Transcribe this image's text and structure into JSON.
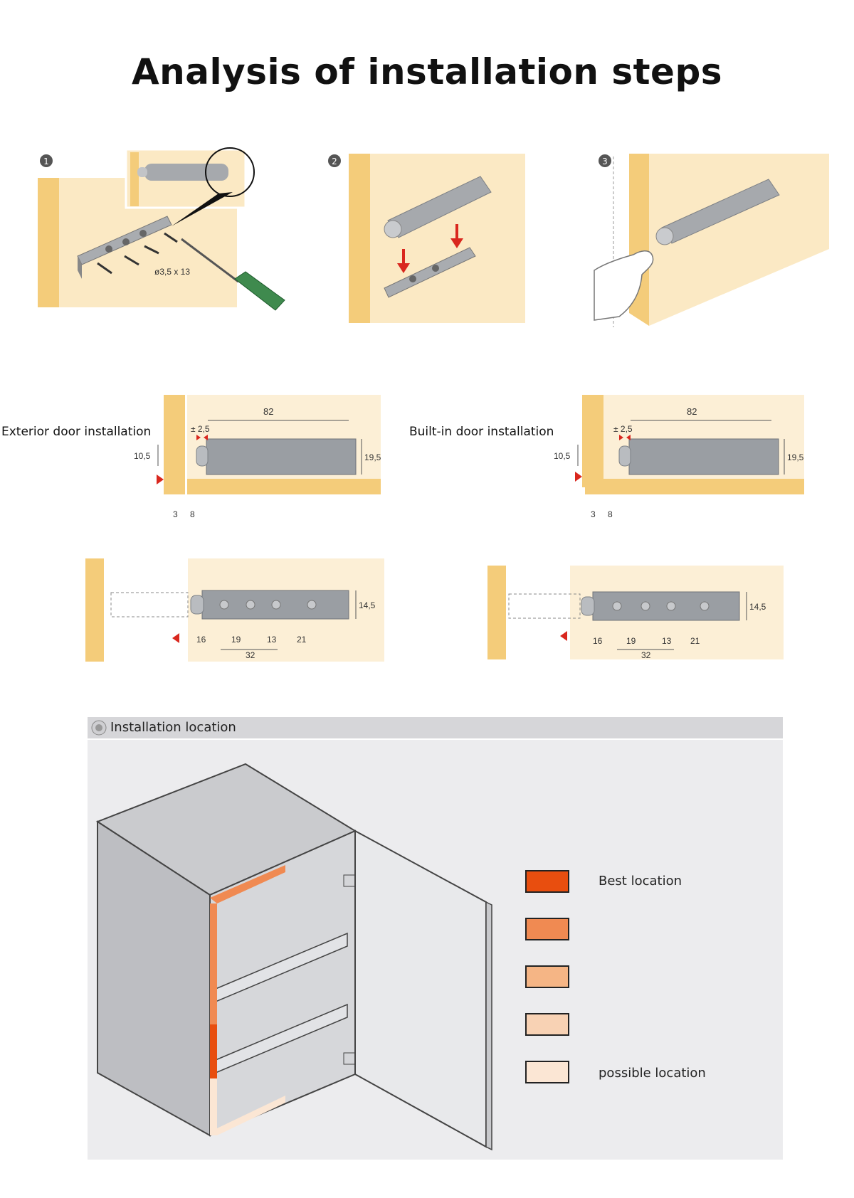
{
  "title": "Analysis of installation steps",
  "steps": [
    {
      "number": "1",
      "screw_spec": "ø3,5 x 13"
    },
    {
      "number": "2"
    },
    {
      "number": "3"
    }
  ],
  "exterior": {
    "label": "Exterior door installation",
    "length": "82",
    "gap": "± 2,5",
    "height": "10,5",
    "depth": "19,5",
    "offset_a": "3",
    "offset_b": "8"
  },
  "builtin": {
    "label": "Built-in door installation",
    "length": "82",
    "gap": "± 2,5",
    "height": "10,5",
    "depth": "19,5",
    "offset_a": "3",
    "offset_b": "8"
  },
  "hole_dims_left": {
    "height": "14,5",
    "d1": "16",
    "d2": "19",
    "d3": "13",
    "d4": "21",
    "span": "32"
  },
  "hole_dims_right": {
    "height": "14,5",
    "d1": "16",
    "d2": "19",
    "d3": "13",
    "d4": "21",
    "span": "32"
  },
  "location": {
    "header": "Installation location",
    "legend": [
      {
        "label": "Best location",
        "color": "#e84e0f"
      },
      {
        "label": "",
        "color": "#f08a52"
      },
      {
        "label": "",
        "color": "#f5b585"
      },
      {
        "label": "",
        "color": "#f8d2b4"
      },
      {
        "label": "possible location",
        "color": "#fbe6d4"
      }
    ]
  },
  "colors": {
    "wood": "#f7d899",
    "wood_light": "#fcefd6",
    "device": "#9a9ea3"
  }
}
